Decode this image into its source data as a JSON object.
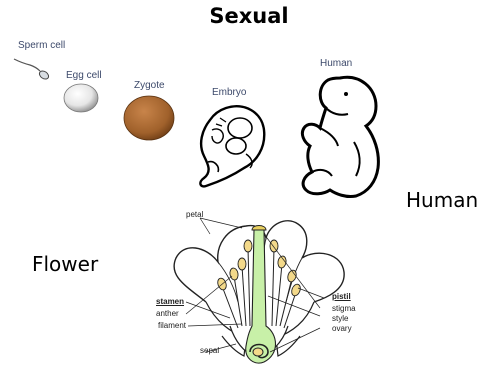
{
  "title": "Sexual",
  "development": {
    "sperm_label": "Sperm cell",
    "egg_label": "Egg cell",
    "zygote_label": "Zygote",
    "embryo_label": "Embryo",
    "human_stage_label": "Human"
  },
  "side_labels": {
    "human": "Human",
    "flower": "Flower"
  },
  "flower_parts": {
    "petal": "petal",
    "stamen": "stamen",
    "anther": "anther",
    "filament": "filament",
    "sepal": "sepal",
    "pistil": "pistil",
    "stigma": "stigma",
    "style": "style",
    "ovary": "ovary"
  },
  "colors": {
    "zygote": "#a0612b",
    "pistil": "#c8f0a8",
    "anther": "#f3d98a"
  }
}
